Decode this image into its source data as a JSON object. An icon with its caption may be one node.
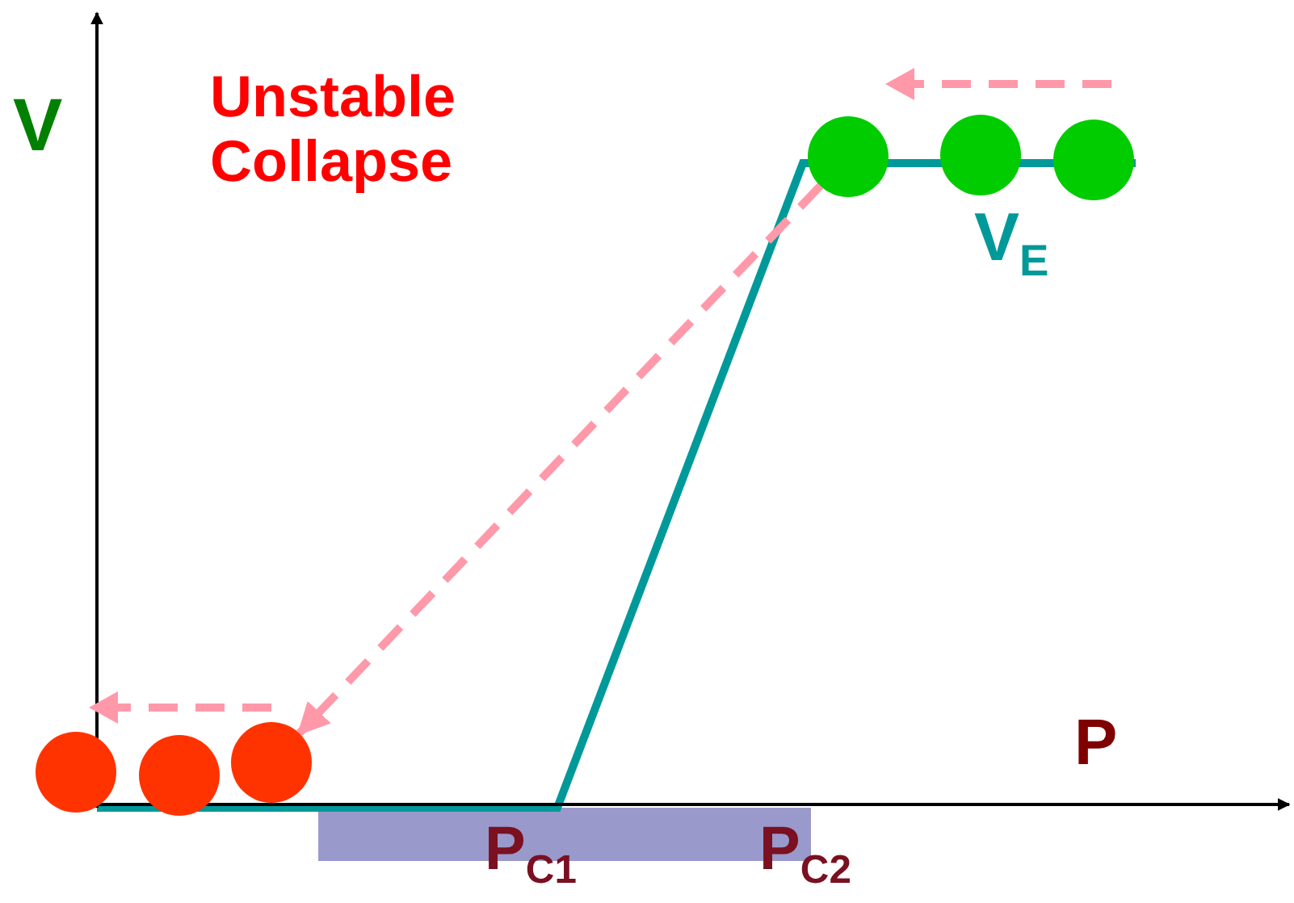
{
  "diagram": {
    "nodes": [
      {
        "text": [],
        "shape": "circle"
      },
      {
        "text": [],
        "shape": "circle"
      },
      {
        "text": [],
        "shape": "circle"
      },
      {
        "text": [],
        "shape": "circle"
      },
      {
        "text": [],
        "shape": "circle"
      },
      {
        "text": [],
        "shape": "circle"
      }
    ],
    "edges": [
      {
        "from": 3,
        "to": 2,
        "arrow": "to",
        "style": "dashed",
        "color": "#ff99aa"
      }
    ],
    "labels": [
      "V",
      "Unstable Collapse",
      "V$_{E}$",
      "P",
      "P$_{C1}$",
      "P$_{C2}$"
    ]
  }
}
